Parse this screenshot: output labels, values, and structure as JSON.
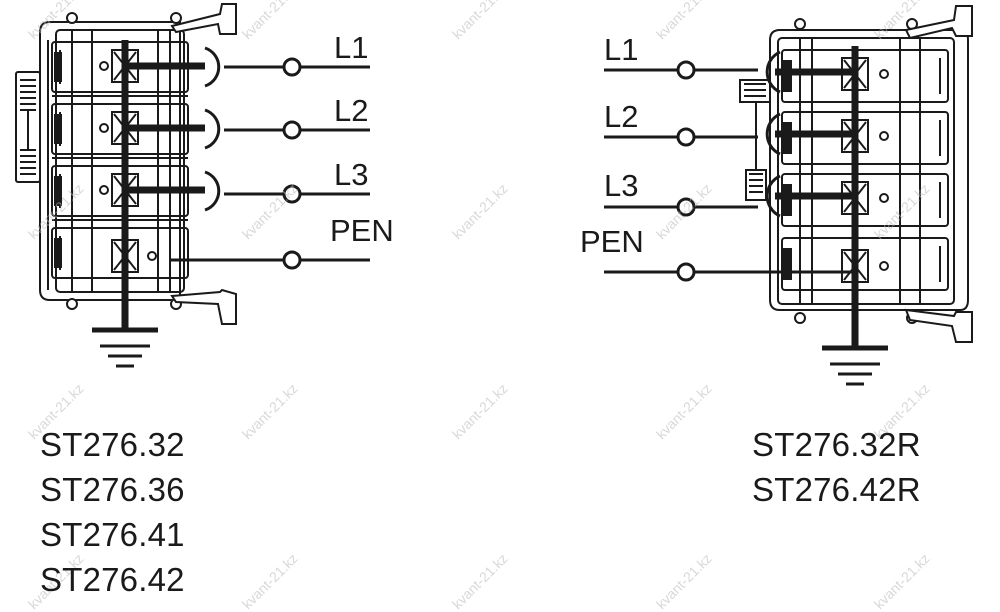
{
  "left_diagram": {
    "phase_labels": [
      "L1",
      "L2",
      "L3",
      "PEN"
    ],
    "models": [
      "ST276.32",
      "ST276.36",
      "ST276.41",
      "ST276.42"
    ]
  },
  "right_diagram": {
    "phase_labels": [
      "L1",
      "L2",
      "L3",
      "PEN"
    ],
    "models": [
      "ST276.32R",
      "ST276.42R"
    ]
  },
  "watermark": "kvant-21.kz",
  "icons": {
    "ground": "ground-symbol-icon",
    "terminal": "terminal-circle-icon",
    "bracket": "mounting-bracket-icon"
  }
}
